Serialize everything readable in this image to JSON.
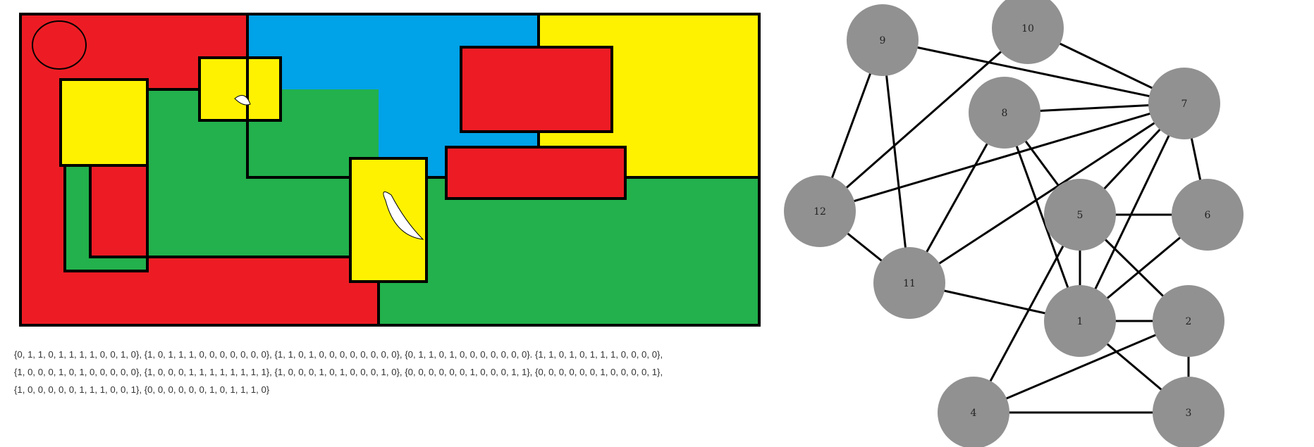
{
  "map": {
    "colors": {
      "red": "#ed1c24",
      "blue": "#00a2e8",
      "yellow": "#fff200",
      "green": "#22b14c",
      "border": "#000000",
      "white": "#ffffff"
    },
    "region_labels": {
      "r1": "1",
      "r2": "2",
      "r3": "3",
      "r4": "4",
      "r5": "5",
      "r6": "6",
      "r7": "7",
      "r8": "8",
      "r9": "9",
      "r10": "10",
      "r11": "11",
      "r12": "12"
    }
  },
  "adjacency": {
    "line1": "{0, 1, 1, 0, 1, 1, 1, 1, 0, 0, 1, 0}, {1, 0, 1, 1, 1, 0, 0, 0, 0, 0, 0, 0}, {1, 1, 0, 1, 0, 0, 0, 0, 0, 0, 0, 0}, {0, 1, 1, 0, 1, 0, 0, 0, 0, 0, 0, 0}. {1, 1, 0, 1, 0, 1, 1, 1, 0, 0, 0, 0},",
    "line2": "{1, 0, 0, 0, 1, 0, 1, 0, 0, 0, 0, 0}, {1, 0, 0, 0, 1, 1, 1, 1, 1, 1, 1, 1}, {1, 0, 0, 0, 1, 0, 1, 0, 0, 0, 1, 0}, {0, 0, 0, 0, 0, 0, 1, 0, 0, 0, 1, 1}, {0, 0, 0, 0, 0, 0, 1, 0, 0, 0, 0, 1},",
    "line3": "{1, 0, 0, 0, 0, 0, 1, 1, 1, 0, 0, 1}, {0, 0, 0, 0, 0, 0, 1, 0, 1, 1, 1, 0}"
  },
  "graph": {
    "node_fill": "#919191",
    "edge_color": "#000000",
    "nodes": [
      {
        "id": "1",
        "label": "1"
      },
      {
        "id": "2",
        "label": "2"
      },
      {
        "id": "3",
        "label": "3"
      },
      {
        "id": "4",
        "label": "4"
      },
      {
        "id": "5",
        "label": "5"
      },
      {
        "id": "6",
        "label": "6"
      },
      {
        "id": "7",
        "label": "7"
      },
      {
        "id": "8",
        "label": "8"
      },
      {
        "id": "9",
        "label": "9"
      },
      {
        "id": "10",
        "label": "10"
      },
      {
        "id": "11",
        "label": "11"
      },
      {
        "id": "12",
        "label": "12"
      }
    ],
    "edges": [
      [
        "9",
        "7"
      ],
      [
        "9",
        "12"
      ],
      [
        "9",
        "11"
      ],
      [
        "10",
        "7"
      ],
      [
        "10",
        "12"
      ],
      [
        "8",
        "7"
      ],
      [
        "8",
        "11"
      ],
      [
        "8",
        "5"
      ],
      [
        "8",
        "1"
      ],
      [
        "12",
        "7"
      ],
      [
        "12",
        "11"
      ],
      [
        "7",
        "11"
      ],
      [
        "7",
        "5"
      ],
      [
        "7",
        "6"
      ],
      [
        "7",
        "1"
      ],
      [
        "5",
        "6"
      ],
      [
        "5",
        "1"
      ],
      [
        "5",
        "2"
      ],
      [
        "5",
        "4"
      ],
      [
        "6",
        "1"
      ],
      [
        "11",
        "1"
      ],
      [
        "1",
        "2"
      ],
      [
        "1",
        "3"
      ],
      [
        "2",
        "3"
      ],
      [
        "2",
        "4"
      ],
      [
        "4",
        "3"
      ]
    ]
  }
}
